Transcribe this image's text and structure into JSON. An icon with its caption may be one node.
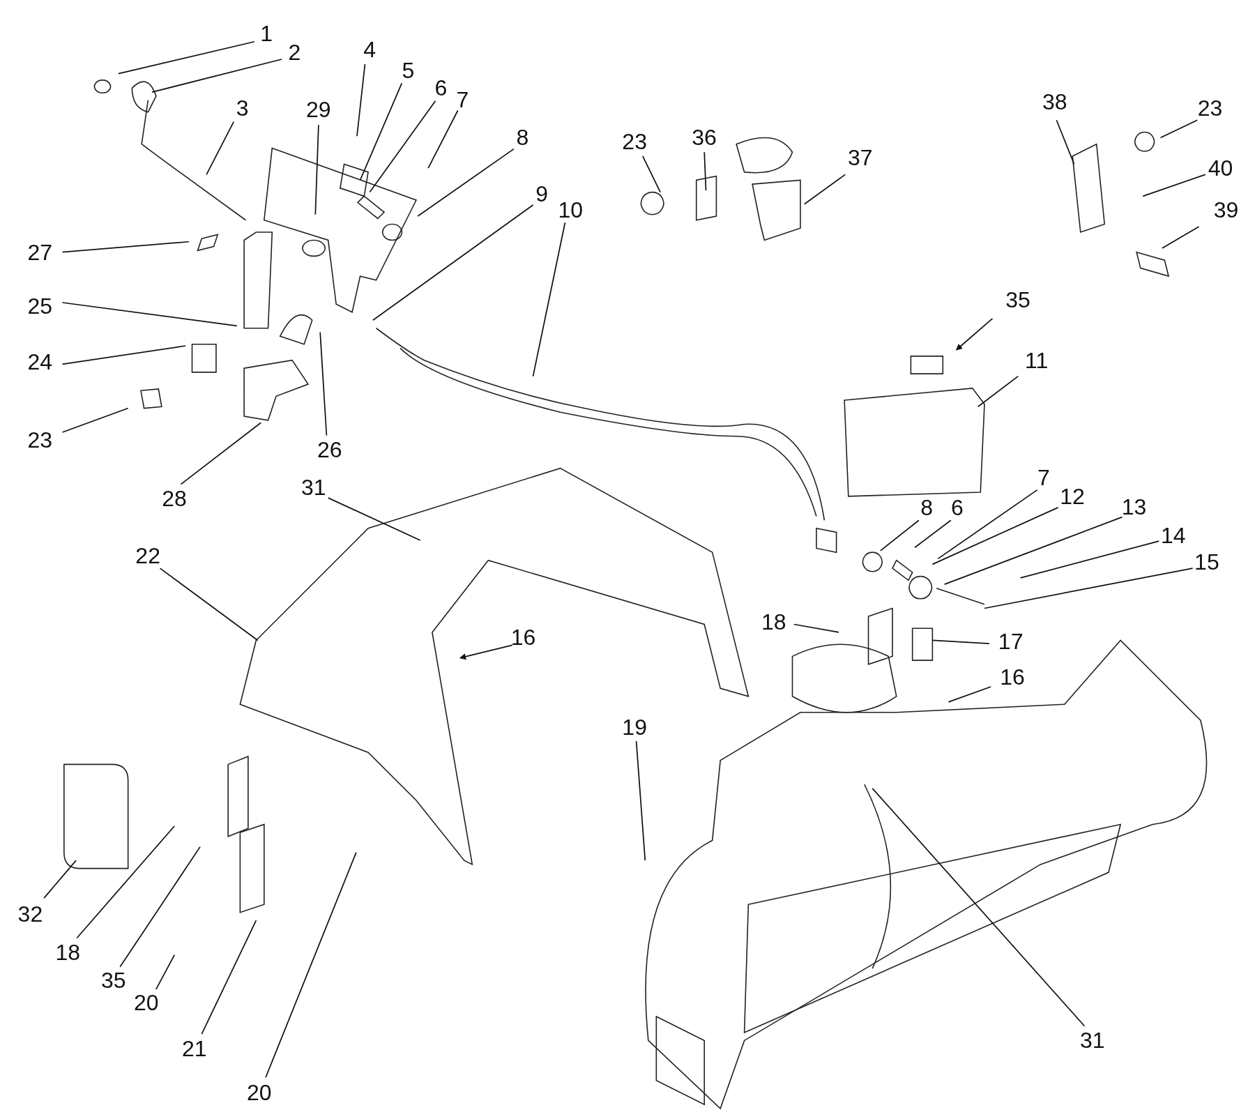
{
  "diagram": {
    "nodes": [
      {
        "text": [
          "1"
        ]
      },
      {
        "text": [
          "2"
        ]
      },
      {
        "text": [
          "4"
        ]
      },
      {
        "text": [
          "5"
        ]
      },
      {
        "text": [
          "6"
        ]
      },
      {
        "text": [
          "7"
        ]
      },
      {
        "text": [
          "3"
        ]
      },
      {
        "text": [
          "29"
        ]
      },
      {
        "text": [
          "8"
        ]
      },
      {
        "text": [
          "9"
        ]
      },
      {
        "text": [
          "10"
        ]
      },
      {
        "text": [
          "23"
        ]
      },
      {
        "text": [
          "36"
        ]
      },
      {
        "text": [
          "37"
        ]
      },
      {
        "text": [
          "38"
        ]
      },
      {
        "text": [
          "23"
        ]
      },
      {
        "text": [
          "40"
        ]
      },
      {
        "text": [
          "39"
        ]
      },
      {
        "text": [
          "27"
        ]
      },
      {
        "text": [
          "25"
        ]
      },
      {
        "text": [
          "24"
        ]
      },
      {
        "text": [
          "23"
        ]
      },
      {
        "text": [
          "26"
        ]
      },
      {
        "text": [
          "28"
        ]
      },
      {
        "text": [
          "35"
        ]
      },
      {
        "text": [
          "11"
        ]
      },
      {
        "text": [
          "31"
        ]
      },
      {
        "text": [
          "7"
        ]
      },
      {
        "text": [
          "12"
        ]
      },
      {
        "text": [
          "8"
        ]
      },
      {
        "text": [
          "6"
        ]
      },
      {
        "text": [
          "13"
        ]
      },
      {
        "text": [
          "14"
        ]
      },
      {
        "text": [
          "15"
        ]
      },
      {
        "text": [
          "22"
        ]
      },
      {
        "text": [
          "18"
        ]
      },
      {
        "text": [
          "17"
        ]
      },
      {
        "text": [
          "16"
        ]
      },
      {
        "text": [
          "16"
        ]
      },
      {
        "text": [
          "19"
        ]
      },
      {
        "text": [
          "32"
        ]
      },
      {
        "text": [
          "18"
        ]
      },
      {
        "text": [
          "35"
        ]
      },
      {
        "text": [
          "20"
        ]
      },
      {
        "text": [
          "21"
        ]
      },
      {
        "text": [
          "31"
        ]
      },
      {
        "text": [
          "20"
        ]
      }
    ],
    "edges": [
      {
        "from": 0,
        "to": null,
        "arrow": "none"
      },
      {
        "from": 1,
        "to": null,
        "arrow": "none"
      },
      {
        "from": 2,
        "to": null,
        "arrow": "none"
      },
      {
        "from": 3,
        "to": null,
        "arrow": "none"
      },
      {
        "from": 4,
        "to": null,
        "arrow": "none"
      },
      {
        "from": 5,
        "to": null,
        "arrow": "none"
      },
      {
        "from": 6,
        "to": null,
        "arrow": "none"
      },
      {
        "from": 7,
        "to": null,
        "arrow": "none"
      },
      {
        "from": 8,
        "to": null,
        "arrow": "none"
      },
      {
        "from": 9,
        "to": null,
        "arrow": "none"
      },
      {
        "from": 10,
        "to": null,
        "arrow": "none"
      },
      {
        "from": 11,
        "to": null,
        "arrow": "none"
      },
      {
        "from": 12,
        "to": null,
        "arrow": "none"
      },
      {
        "from": 13,
        "to": null,
        "arrow": "none"
      },
      {
        "from": 14,
        "to": null,
        "arrow": "none"
      },
      {
        "from": 15,
        "to": null,
        "arrow": "none"
      },
      {
        "from": 16,
        "to": null,
        "arrow": "none"
      },
      {
        "from": 17,
        "to": null,
        "arrow": "none"
      },
      {
        "from": 18,
        "to": null,
        "arrow": "none"
      },
      {
        "from": 19,
        "to": null,
        "arrow": "none"
      },
      {
        "from": 20,
        "to": null,
        "arrow": "none"
      },
      {
        "from": 21,
        "to": null,
        "arrow": "none"
      },
      {
        "from": 22,
        "to": null,
        "arrow": "none"
      },
      {
        "from": 23,
        "to": null,
        "arrow": "none"
      },
      {
        "from": 24,
        "to": null,
        "arrow": "to"
      },
      {
        "from": 25,
        "to": null,
        "arrow": "none"
      },
      {
        "from": 26,
        "to": null,
        "arrow": "none"
      },
      {
        "from": 27,
        "to": null,
        "arrow": "none"
      },
      {
        "from": 28,
        "to": null,
        "arrow": "none"
      },
      {
        "from": 29,
        "to": null,
        "arrow": "none"
      },
      {
        "from": 30,
        "to": null,
        "arrow": "none"
      },
      {
        "from": 31,
        "to": null,
        "arrow": "none"
      },
      {
        "from": 32,
        "to": null,
        "arrow": "none"
      },
      {
        "from": 33,
        "to": null,
        "arrow": "none"
      },
      {
        "from": 34,
        "to": null,
        "arrow": "none"
      },
      {
        "from": 35,
        "to": null,
        "arrow": "none"
      },
      {
        "from": 36,
        "to": null,
        "arrow": "none"
      },
      {
        "from": 37,
        "to": null,
        "arrow": "to"
      },
      {
        "from": 38,
        "to": null,
        "arrow": "none"
      },
      {
        "from": 39,
        "to": null,
        "arrow": "none"
      },
      {
        "from": 40,
        "to": null,
        "arrow": "none"
      },
      {
        "from": 41,
        "to": null,
        "arrow": "none"
      },
      {
        "from": 42,
        "to": null,
        "arrow": "none"
      },
      {
        "from": 43,
        "to": null,
        "arrow": "none"
      },
      {
        "from": 44,
        "to": null,
        "arrow": "none"
      },
      {
        "from": 45,
        "to": null,
        "arrow": "none"
      },
      {
        "from": 46,
        "to": null,
        "arrow": "none"
      }
    ]
  }
}
